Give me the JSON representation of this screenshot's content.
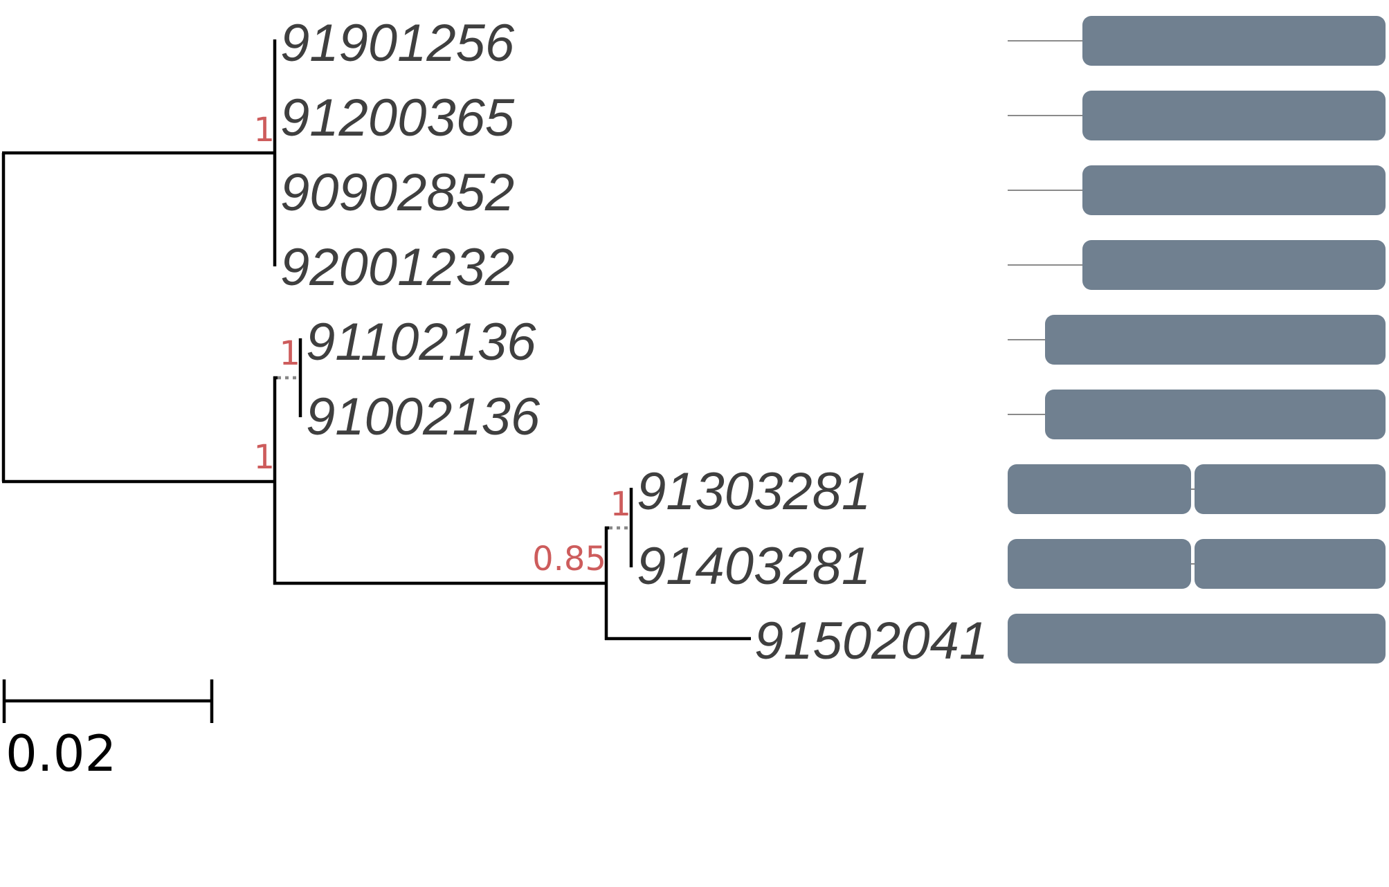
{
  "tree": {
    "leaves": [
      {
        "label": "91901256"
      },
      {
        "label": "91200365"
      },
      {
        "label": "90902852"
      },
      {
        "label": "92001232"
      },
      {
        "label": "91102136"
      },
      {
        "label": "91002136"
      },
      {
        "label": "91303281"
      },
      {
        "label": "91403281"
      },
      {
        "label": "91502041"
      }
    ],
    "support_values": {
      "clade_a": "1",
      "clade_b": "1",
      "clade_b1": "1",
      "clade_c": "0.85",
      "clade_c1": "1"
    },
    "scale_bar": {
      "label": "0.02",
      "value": 0.02
    }
  },
  "domain_blocks": [
    {
      "leaf": "91901256",
      "domains": 1
    },
    {
      "leaf": "91200365",
      "domains": 1
    },
    {
      "leaf": "90902852",
      "domains": 1
    },
    {
      "leaf": "92001232",
      "domains": 1
    },
    {
      "leaf": "91102136",
      "domains": 1
    },
    {
      "leaf": "91002136",
      "domains": 1
    },
    {
      "leaf": "91303281",
      "domains": 2
    },
    {
      "leaf": "91403281",
      "domains": 2
    },
    {
      "leaf": "91502041",
      "domains": 1
    }
  ],
  "colors": {
    "branch": "#000000",
    "support": "#cd5c5c",
    "label": "#3f3f3f",
    "domain_block": "#708090",
    "collapsed_branch": "#888888"
  }
}
